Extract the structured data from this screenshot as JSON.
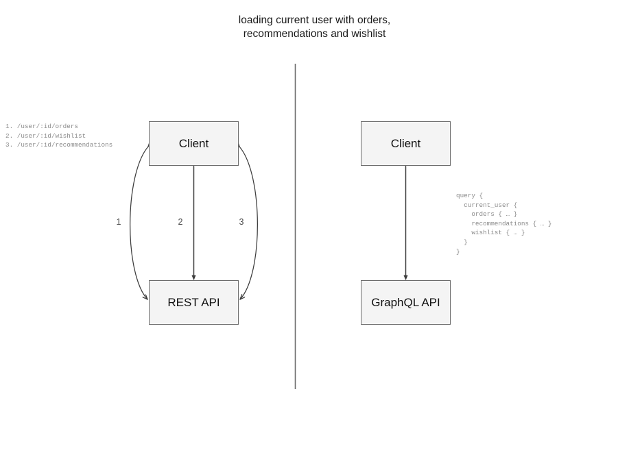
{
  "diagram": {
    "title": "loading current user with orders,\nrecommendations and wishlist",
    "divider": {
      "name": "vertical-separator"
    },
    "left_panel": {
      "name": "rest-api-comparison",
      "client_node": "Client",
      "api_node": "REST API",
      "edge_labels": [
        "1",
        "2",
        "3"
      ],
      "endpoints_text": "1. /user/:id/orders\n2. /user/:id/wishlist\n3. /user/:id/recommendations",
      "endpoints": [
        {
          "number": "1.",
          "path": "/user/:id/orders"
        },
        {
          "number": "2.",
          "path": "/user/:id/wishlist"
        },
        {
          "number": "3.",
          "path": "/user/:id/recommendations"
        }
      ]
    },
    "right_panel": {
      "name": "graphql-api-comparison",
      "client_node": "Client",
      "api_node": "GraphQL API",
      "query_text": "query {\n  current_user {\n    orders { … }\n    recommendations { … }\n    wishlist { … }\n  }\n}"
    },
    "colors": {
      "node_fill": "#f4f4f4",
      "node_stroke": "#6b6b6b",
      "edge_stroke": "#3d3d3d",
      "divider_stroke": "#6b6b6b",
      "code_text": "#8a8a8a",
      "title_text": "#1a1a1a"
    }
  }
}
